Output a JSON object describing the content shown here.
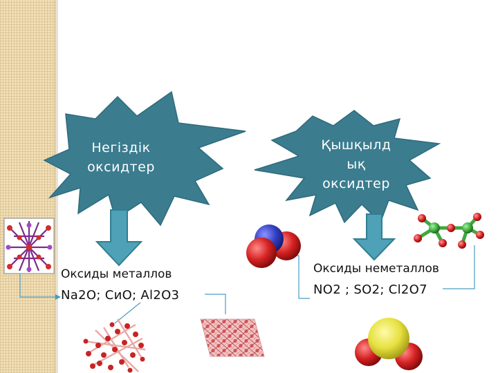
{
  "left_star": {
    "label_line1": "Негіздік",
    "label_line2": "оксидтер"
  },
  "right_star": {
    "label_line1": "Қышқылд",
    "label_line2": "ық",
    "label_line3": "оксидтер"
  },
  "left_caption": {
    "line1": "Оксиды металлов",
    "line2": "Na2O; CиO; Al2O3"
  },
  "right_caption": {
    "line1": "Оксиды неметаллов",
    "line2": "NO2 ; SO2; Cl2O7"
  },
  "colors": {
    "star_fill": "#3b7c8f",
    "star_stroke": "#2d6b7c",
    "arrow_fill": "#4ea1b6",
    "arrow_stroke": "#2f7f92",
    "connector": "#4a9dc0",
    "oxygen_red": "#c81e1e",
    "nitrogen_blue": "#3340c4",
    "sulfur_yellow": "#e6e040",
    "chlorine_green": "#3fa83f"
  }
}
